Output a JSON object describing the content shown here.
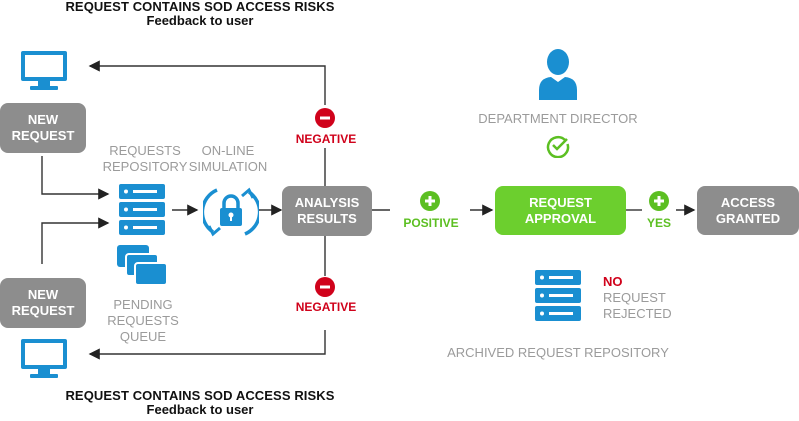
{
  "top_caption": {
    "title": "REQUEST CONTAINS SOD ACCESS RISKS",
    "subtitle": "Feedback to user"
  },
  "bottom_caption": {
    "title": "REQUEST CONTAINS SOD ACCESS RISKS",
    "subtitle": "Feedback to user"
  },
  "new_request_top": {
    "line1": "NEW",
    "line2": "REQUEST"
  },
  "new_request_bottom": {
    "line1": "NEW",
    "line2": "REQUEST"
  },
  "requests_repository": {
    "line1": "REQUESTS",
    "line2": "REPOSITORY"
  },
  "online_simulation": {
    "line1": "ON-LINE",
    "line2": "SIMULATION"
  },
  "pending_queue": {
    "line1": "PENDING",
    "line2": "REQUESTS",
    "line3": "QUEUE"
  },
  "analysis_results": {
    "line1": "ANALYSIS",
    "line2": "RESULTS"
  },
  "negative_top": "NEGATIVE",
  "negative_bottom": "NEGATIVE",
  "positive": "POSITIVE",
  "department_director": "DEPARTMENT DIRECTOR",
  "request_approval": {
    "line1": "REQUEST",
    "line2": "APPROVAL"
  },
  "yes": "YES",
  "access_granted": {
    "line1": "ACCESS",
    "line2": "GRANTED"
  },
  "rejected": {
    "line1": "NO",
    "line2": "REQUEST",
    "line3": "REJECTED"
  },
  "archived_repository": "ARCHIVED REQUEST REPOSITORY",
  "colors": {
    "accent_blue": "#1a8fd1",
    "gray_box": "#8d8d8d",
    "green_box": "#6ccf2e",
    "negative_red": "#d0021b",
    "positive_green": "#5cbf22"
  },
  "icons": [
    "monitor-icon",
    "server-icon",
    "stack-icon",
    "lock-sync-icon",
    "user-icon",
    "check-circle-icon",
    "minus-circle-icon",
    "plus-circle-icon"
  ]
}
